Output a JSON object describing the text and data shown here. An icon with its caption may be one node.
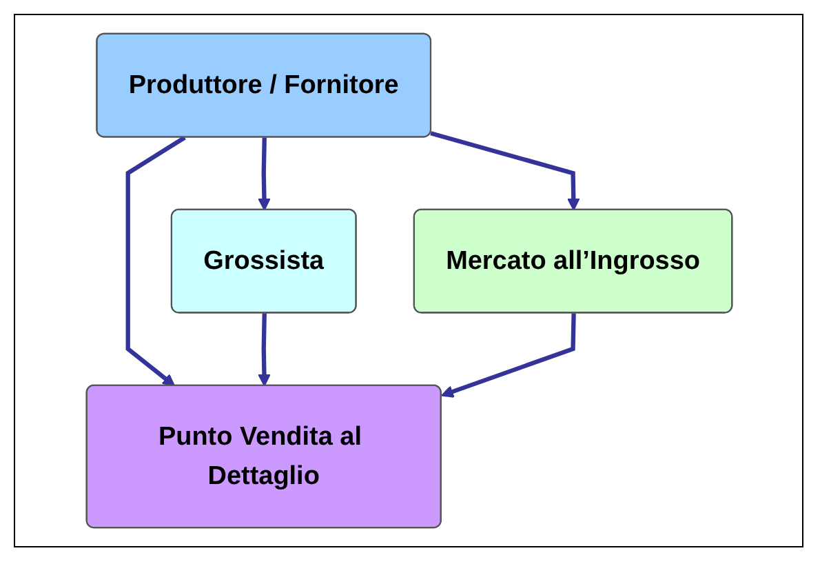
{
  "diagram": {
    "nodes": [
      {
        "text": [
          "Produttore / Fornitore"
        ]
      },
      {
        "text": [
          "Grossista"
        ]
      },
      {
        "text": [
          "Mercato all’Ingrosso"
        ]
      },
      {
        "text": [
          "Punto Vendita al Dettaglio"
        ]
      }
    ],
    "edges": [
      {
        "from": 0,
        "to": 3,
        "arrow": "to"
      },
      {
        "from": 0,
        "to": 1,
        "arrow": "to"
      },
      {
        "from": 0,
        "to": 2,
        "arrow": "to"
      },
      {
        "from": 1,
        "to": 3,
        "arrow": "to"
      },
      {
        "from": 2,
        "to": 3,
        "arrow": "to"
      }
    ]
  }
}
